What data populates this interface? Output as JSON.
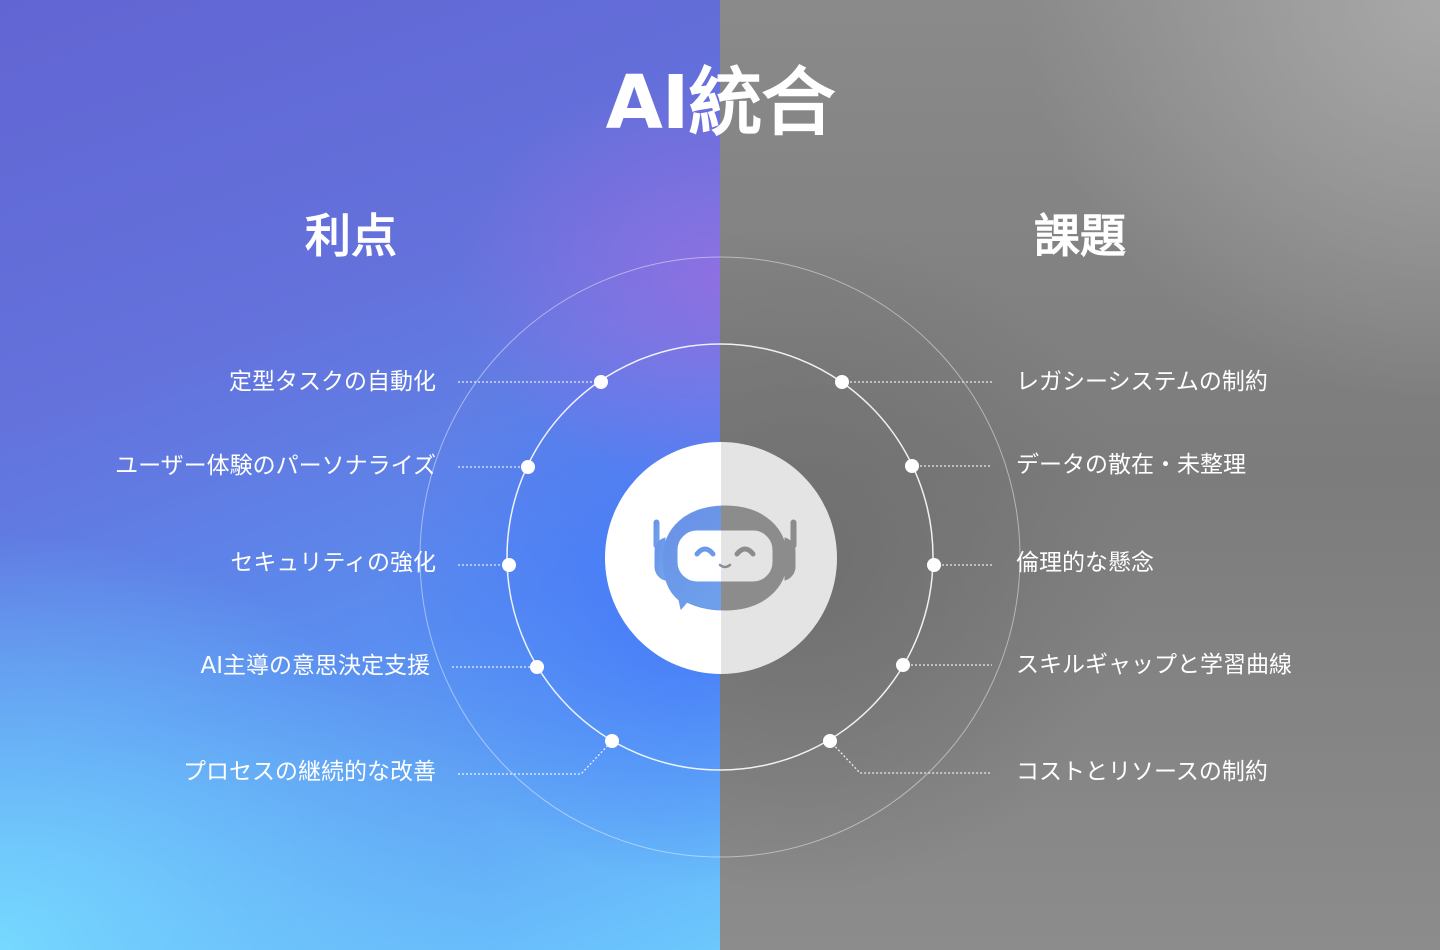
{
  "title": "AI統合",
  "advantages": {
    "heading": "利点",
    "items": [
      {
        "label": "定型タスクの自動化"
      },
      {
        "label": "ユーザー体験のパーソナライズ"
      },
      {
        "label": "セキュリティの強化"
      },
      {
        "label": "AI主導の意思決定支援"
      },
      {
        "label": "プロセスの継続的な改善"
      }
    ]
  },
  "challenges": {
    "heading": "課題",
    "items": [
      {
        "label": "レガシーシステムの制約"
      },
      {
        "label": "データの散在・未整理"
      },
      {
        "label": "倫理的な懸念"
      },
      {
        "label": "スキルギャップと学習曲線"
      },
      {
        "label": "コストとリソースの制約"
      }
    ]
  },
  "center_icon": "robot-chat-icon",
  "colors": {
    "left_top": "#6366d2",
    "left_bottom": "#74d4ff",
    "left_center": "#4a7af5",
    "right_top": "#a3a3a3",
    "right_center": "#737373",
    "right_bottom": "#8e8e8e",
    "icon_left": "#6a9ae8",
    "icon_right": "#8c8c8c",
    "text": "#ffffff"
  }
}
